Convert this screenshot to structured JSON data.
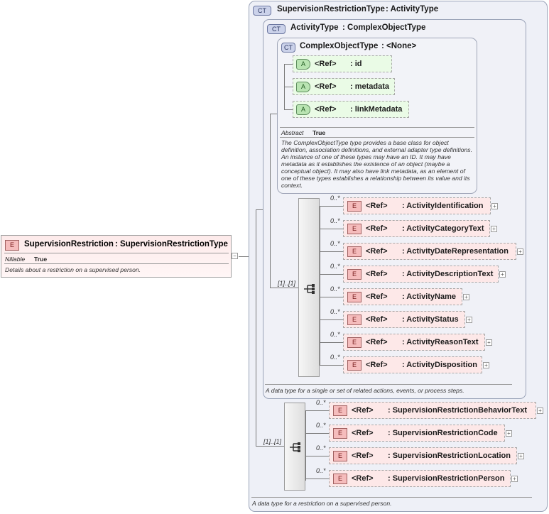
{
  "root_element": {
    "badge": "E",
    "name": "SupervisionRestriction",
    "type": ": SupervisionRestrictionType",
    "prop_key": "Nillable",
    "prop_value": "True",
    "doc": "Details about a restriction on a supervised person."
  },
  "outer_type": {
    "badge": "CT",
    "title": "SupervisionRestrictionType",
    "base": ": ActivityType",
    "doc": "A data type for a restriction on a supervised person.",
    "sequence_multiplicity": "[1]..[1]",
    "elements": [
      {
        "badge": "E",
        "ref": "<Ref>",
        "name": ": SupervisionRestrictionBehaviorText",
        "mult": "0..*"
      },
      {
        "badge": "E",
        "ref": "<Ref>",
        "name": ": SupervisionRestrictionCode",
        "mult": "0..*"
      },
      {
        "badge": "E",
        "ref": "<Ref>",
        "name": ": SupervisionRestrictionLocation",
        "mult": "0..*"
      },
      {
        "badge": "E",
        "ref": "<Ref>",
        "name": ": SupervisionRestrictionPerson",
        "mult": "0..*"
      }
    ]
  },
  "middle_type": {
    "badge": "CT",
    "title": "ActivityType",
    "base": ": ComplexObjectType",
    "doc": "A data type for a single or set of related actions, events, or process steps.",
    "sequence_multiplicity": "[1]..[1]",
    "elements": [
      {
        "badge": "E",
        "ref": "<Ref>",
        "name": ": ActivityIdentification",
        "mult": "0..*"
      },
      {
        "badge": "E",
        "ref": "<Ref>",
        "name": ": ActivityCategoryText",
        "mult": "0..*"
      },
      {
        "badge": "E",
        "ref": "<Ref>",
        "name": ": ActivityDateRepresentation",
        "mult": "0..*"
      },
      {
        "badge": "E",
        "ref": "<Ref>",
        "name": ": ActivityDescriptionText",
        "mult": "0..*"
      },
      {
        "badge": "E",
        "ref": "<Ref>",
        "name": ": ActivityName",
        "mult": "0..*"
      },
      {
        "badge": "E",
        "ref": "<Ref>",
        "name": ": ActivityStatus",
        "mult": "0..*"
      },
      {
        "badge": "E",
        "ref": "<Ref>",
        "name": ": ActivityReasonText",
        "mult": "0..*"
      },
      {
        "badge": "E",
        "ref": "<Ref>",
        "name": ": ActivityDisposition",
        "mult": "0..*"
      }
    ]
  },
  "inner_type": {
    "badge": "CT",
    "title": "ComplexObjectType",
    "base": ": <None>",
    "attributes": [
      {
        "badge": "A",
        "ref": "<Ref>",
        "name": ": id"
      },
      {
        "badge": "A",
        "ref": "<Ref>",
        "name": ": metadata"
      },
      {
        "badge": "A",
        "ref": "<Ref>",
        "name": ": linkMetadata"
      }
    ],
    "prop_key": "Abstract",
    "prop_value": "True",
    "doc": "The ComplexObjectType type provides a base class for object definition, association definitions, and external adapter type definitions. An instance of one of these types may have an ID. It may have metadata as it establishes the existence of an object (maybe a conceptual object). It may also have link metadata, as an element of one of these types establishes a relationship between its value and its context."
  },
  "colors": {
    "element_fill": "#fde8e8",
    "attribute_fill": "#eafbe6",
    "type_fill": "#eef0f7"
  }
}
